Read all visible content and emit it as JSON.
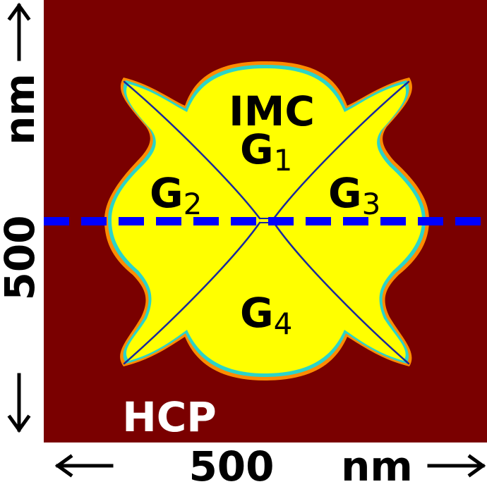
{
  "figure": {
    "phase_outer": "HCP",
    "phase_inner": "IMC",
    "grains": [
      {
        "letter": "G",
        "sub": "1"
      },
      {
        "letter": "G",
        "sub": "2"
      },
      {
        "letter": "G",
        "sub": "3"
      },
      {
        "letter": "G",
        "sub": "4"
      }
    ],
    "x_axis": {
      "value": "500",
      "unit": "nm"
    },
    "y_axis": {
      "value": "500",
      "unit": "nm"
    },
    "colors": {
      "matrix": "#7a0000",
      "particle": "#ffff00",
      "interface_outer": "#ff8c00",
      "interface_mid": "#2bd4c8",
      "grain_boundary": "#1a2a9c",
      "cut_line": "#0000ff",
      "text_dark": "#000000",
      "text_light": "#ffffff"
    }
  }
}
